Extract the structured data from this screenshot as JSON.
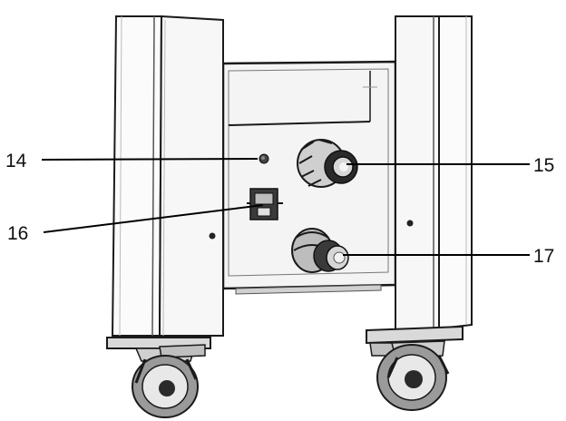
{
  "figure": {
    "callouts": [
      {
        "id": "c14",
        "label": "14"
      },
      {
        "id": "c15",
        "label": "15"
      },
      {
        "id": "c16",
        "label": "16"
      },
      {
        "id": "c17",
        "label": "17"
      }
    ],
    "colors": {
      "ink": "#1a1a1a",
      "panel": "#f4f4f4",
      "legs": "#fbfbfb",
      "shade": "#d9d9d9",
      "tire": "#9a9a9a",
      "background": "#ffffff"
    }
  }
}
